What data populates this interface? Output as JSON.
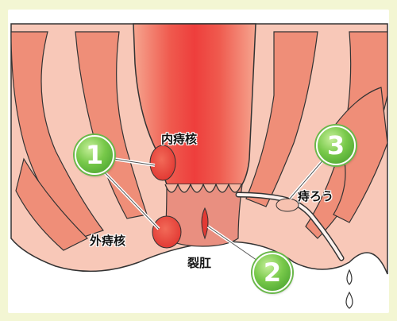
{
  "labels": {
    "internal_hemorrhoid": "内痔核",
    "external_hemorrhoid": "外痔核",
    "fissure": "裂肛",
    "fistula": "痔ろう"
  },
  "badges": {
    "one": "1",
    "two": "2",
    "three": "3"
  },
  "colors": {
    "frame": "#f3f6d3",
    "tissue_light": "#f7b8a4",
    "tissue_mid": "#ef8e78",
    "rectum": "#ee4a44",
    "badge_green": "#5db83a"
  }
}
